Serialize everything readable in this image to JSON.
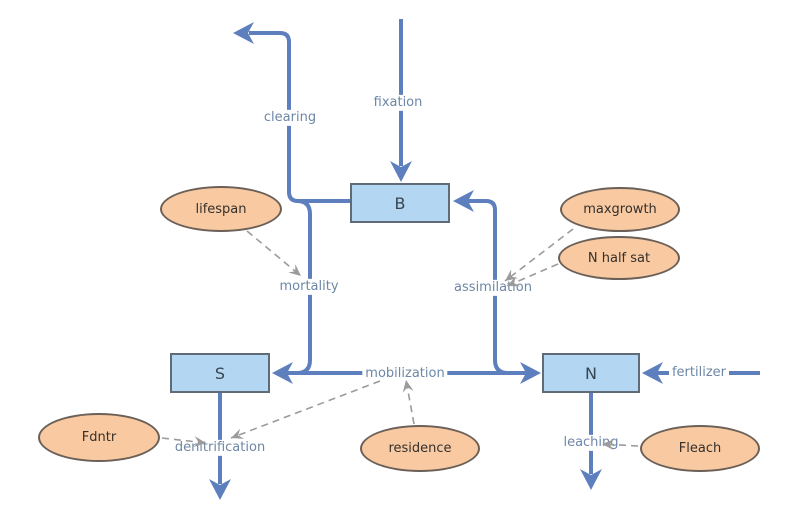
{
  "colors": {
    "pipe": "#5e7fbe",
    "stock-fill": "#b3d7f2",
    "stock-border": "#5f6b76",
    "var-fill": "#f9c9a1",
    "var-border": "#6b6057",
    "var-text": "#33302c",
    "flow-label": "#6d87a6",
    "influence": "#9b9b9b",
    "node-text": "#3a444e"
  },
  "stocks": {
    "b": "B",
    "s": "S",
    "n": "N"
  },
  "flows": {
    "fixation": "fixation",
    "clearing": "clearing",
    "mortality": "mortality",
    "assimilation": "assimilation",
    "mobilization": "mobilization",
    "fertilizer": "fertilizer",
    "denitrification": "denitrification",
    "leaching": "leaching"
  },
  "variables": {
    "lifespan": "lifespan",
    "maxgrowth": "maxgrowth",
    "n_half_sat": "N half sat",
    "fdntr": "Fdntr",
    "residence": "residence",
    "fleach": "Fleach"
  },
  "influences": [
    {
      "from": "lifespan",
      "to": "mortality"
    },
    {
      "from": "maxgrowth",
      "to": "assimilation"
    },
    {
      "from": "N half sat",
      "to": "assimilation"
    },
    {
      "from": "residence",
      "to": "mobilization"
    },
    {
      "from": "mobilization",
      "to": "denitrification"
    },
    {
      "from": "Fdntr",
      "to": "denitrification"
    },
    {
      "from": "Fleach",
      "to": "leaching"
    }
  ]
}
